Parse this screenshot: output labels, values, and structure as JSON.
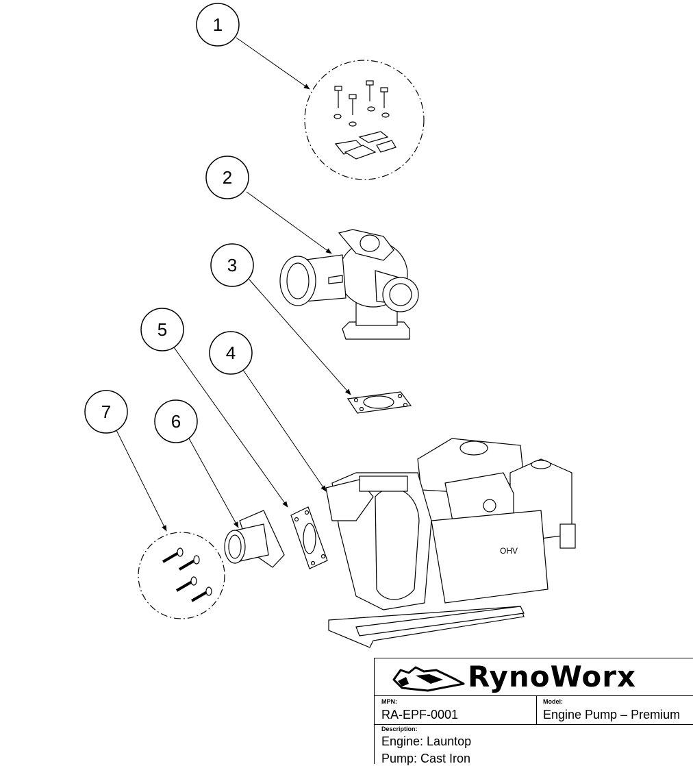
{
  "callouts": [
    {
      "number": "1",
      "part": "bolts-and-clamps"
    },
    {
      "number": "2",
      "part": "pump-volute-assembly"
    },
    {
      "number": "3",
      "part": "gasket"
    },
    {
      "number": "4",
      "part": "engine-pump-unit"
    },
    {
      "number": "5",
      "part": "flange-gasket"
    },
    {
      "number": "6",
      "part": "suction-flange"
    },
    {
      "number": "7",
      "part": "flange-bolts"
    }
  ],
  "title_block": {
    "brand": "RynoWorx",
    "mpn_label": "MPN:",
    "mpn_value": "RA-EPF-0001",
    "model_label": "Model:",
    "model_value": "Engine Pump – Premium",
    "description_label": "Description:",
    "description_lines": [
      "Engine: Launtop",
      "Pump: Cast Iron"
    ]
  },
  "colors": {
    "line": "#000000",
    "background": "#ffffff"
  }
}
